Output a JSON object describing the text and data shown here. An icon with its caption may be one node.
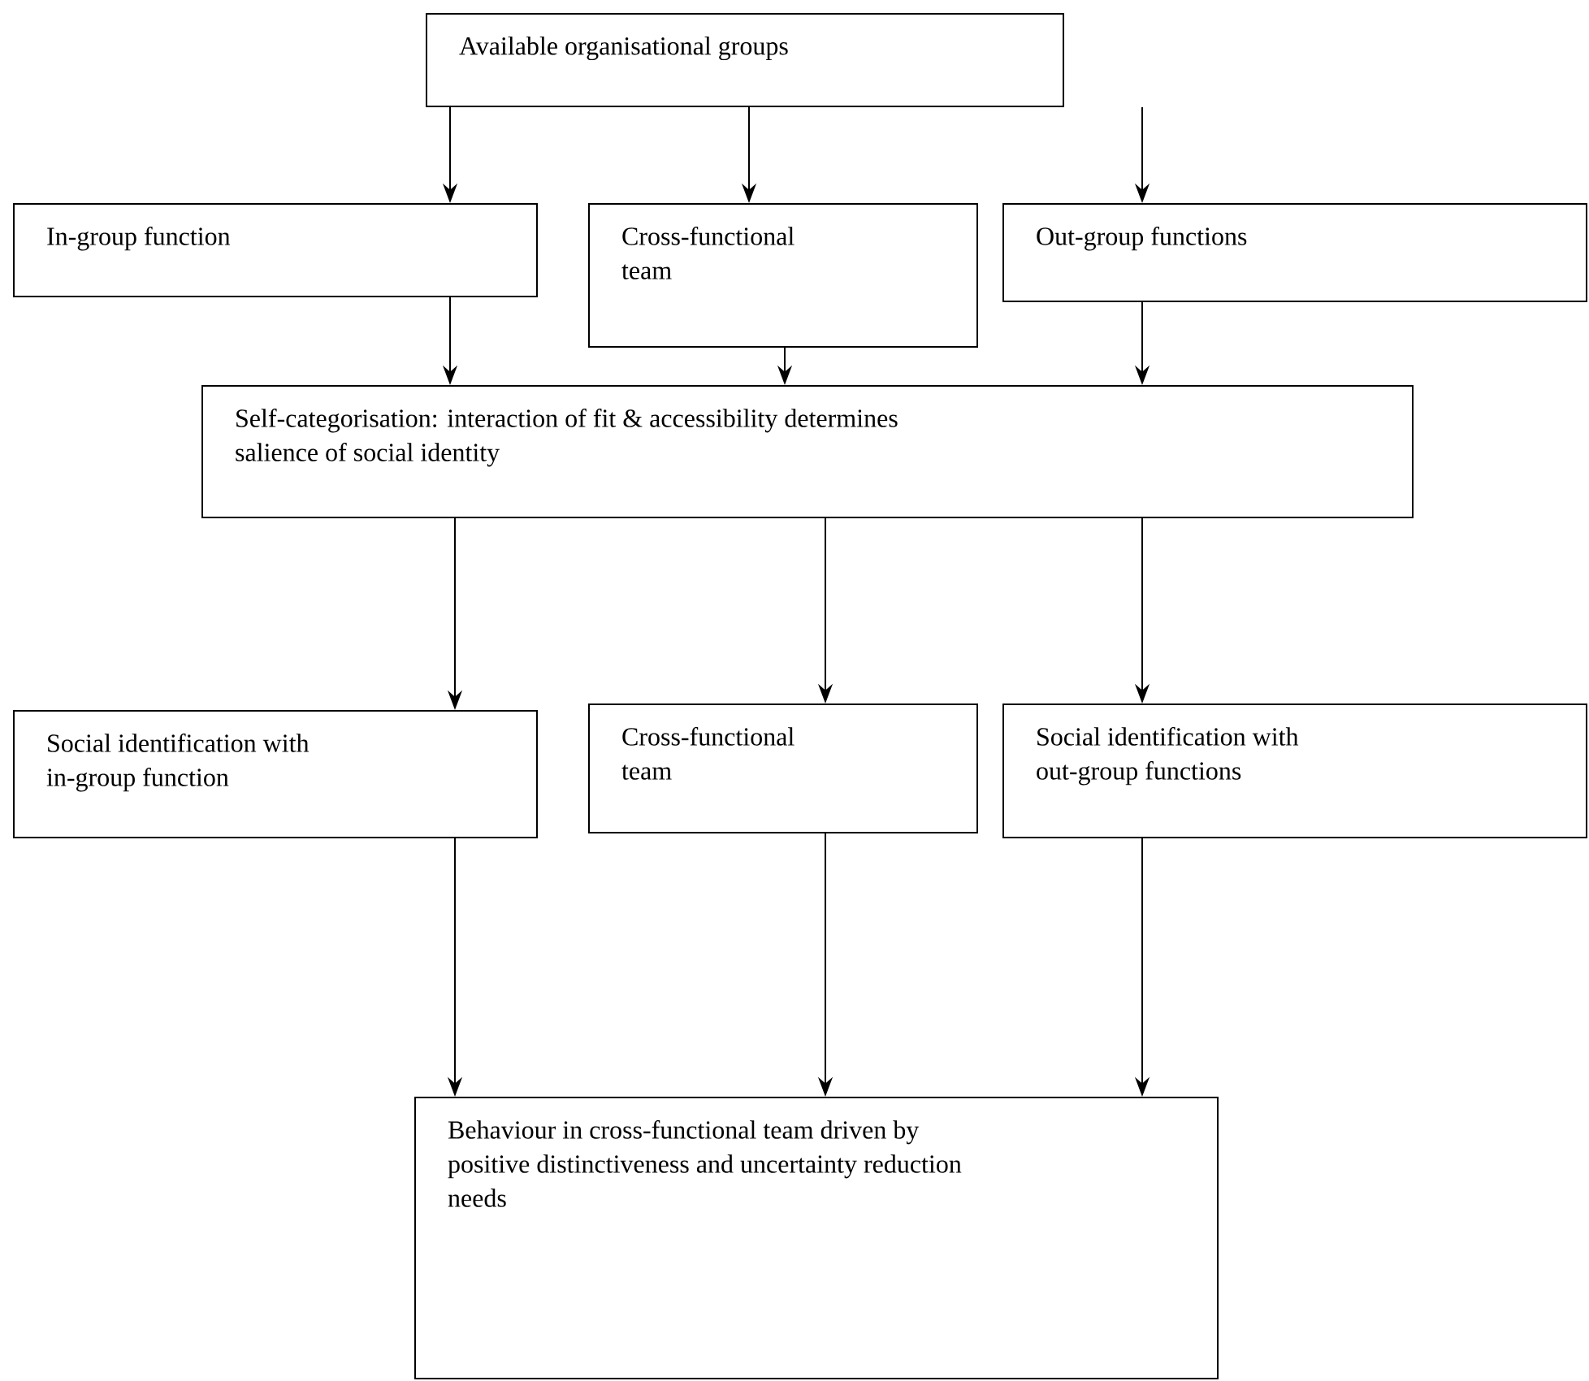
{
  "diagram": {
    "nodes": [
      {
        "text": [
          "Available organisational groups"
        ]
      },
      {
        "text": [
          "In-group function"
        ]
      },
      {
        "text": [
          "Cross-functional team"
        ]
      },
      {
        "text": [
          "Out-group functions"
        ]
      },
      {
        "text": [
          "Self-categorisation:  interaction of fit & accessibility determines salience of social identity"
        ]
      },
      {
        "text": [
          "Social identification with in-group function"
        ]
      },
      {
        "text": [
          "Cross-functional team"
        ]
      },
      {
        "text": [
          "Social identification with out-group functions"
        ]
      },
      {
        "text": [
          "Behaviour in cross-functional team driven by positive distinctiveness and uncertainty reduction needs"
        ]
      }
    ],
    "edges": [
      {
        "from": 0,
        "to": 1,
        "arrow": "to"
      },
      {
        "from": 0,
        "to": 2,
        "arrow": "to"
      },
      {
        "from": 0,
        "to": 3,
        "arrow": "to"
      },
      {
        "from": 1,
        "to": 4,
        "arrow": "to"
      },
      {
        "from": 2,
        "to": 4,
        "arrow": "to"
      },
      {
        "from": 3,
        "to": 4,
        "arrow": "to"
      },
      {
        "from": 4,
        "to": 5,
        "arrow": "to"
      },
      {
        "from": 4,
        "to": 6,
        "arrow": "to"
      },
      {
        "from": 4,
        "to": 7,
        "arrow": "to"
      },
      {
        "from": 5,
        "to": 8,
        "arrow": "to"
      },
      {
        "from": 6,
        "to": 8,
        "arrow": "to"
      },
      {
        "from": 7,
        "to": 8,
        "arrow": "to"
      }
    ]
  }
}
